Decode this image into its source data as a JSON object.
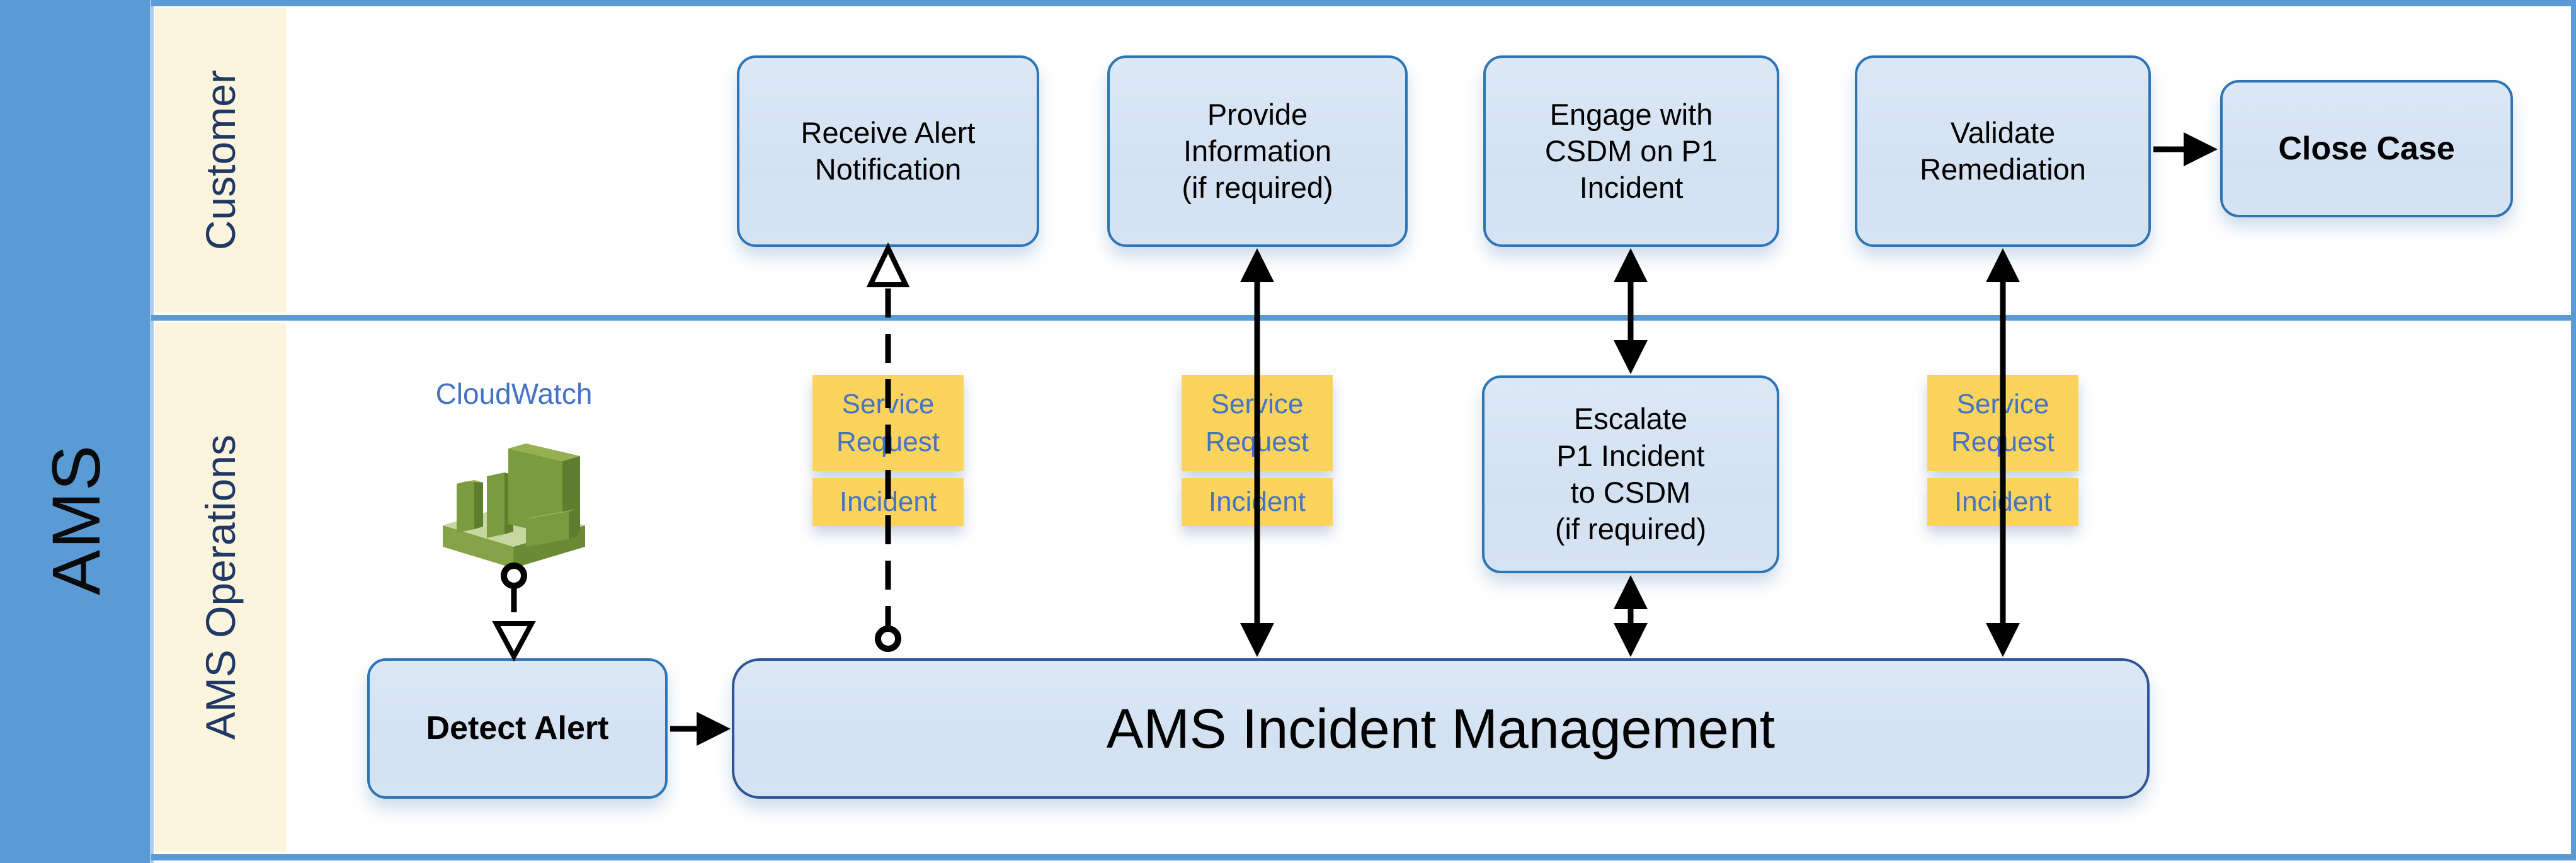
{
  "org": {
    "label": "AMS"
  },
  "lanes": {
    "customer": "Customer",
    "operations": "AMS Operations"
  },
  "boxes": {
    "receive_alert": {
      "lines": [
        "Receive Alert",
        "Notification"
      ]
    },
    "provide_info": {
      "lines": [
        "Provide",
        "Information",
        "(if required)"
      ]
    },
    "engage_csdm": {
      "lines": [
        "Engage with",
        "CSDM on P1",
        "Incident"
      ]
    },
    "validate_remediation": {
      "lines": [
        "Validate",
        "Remediation"
      ]
    },
    "close_case": {
      "lines": [
        "Close Case"
      ]
    },
    "escalate": {
      "lines": [
        "Escalate",
        "P1 Incident",
        "to CSDM",
        "(if required)"
      ]
    },
    "detect_alert": {
      "lines": [
        "Detect Alert"
      ]
    },
    "incident_management": {
      "lines": [
        "AMS Incident Management"
      ]
    }
  },
  "tags": {
    "service_request": [
      "Service",
      "Request"
    ],
    "incident": "Incident"
  },
  "cloudwatch": {
    "label": "CloudWatch"
  },
  "colors": {
    "org_bar": "#5B9BD5",
    "lane_fill": "#FDF4DE",
    "lane_text": "#1F3864",
    "box_fill": "#D6E3F2",
    "box_border": "#2E75B6",
    "big_box_border": "#2F5597",
    "tag_fill": "#FCD45C",
    "tag_text": "#4472C4",
    "cloudwatch_text": "#4472C4",
    "arrow": "#000000",
    "icon_green_face": "#7A9C3E",
    "icon_green_dark": "#5F7D2E",
    "icon_green_light": "#9DB85C",
    "icon_platform_top": "#C7D7A0"
  }
}
